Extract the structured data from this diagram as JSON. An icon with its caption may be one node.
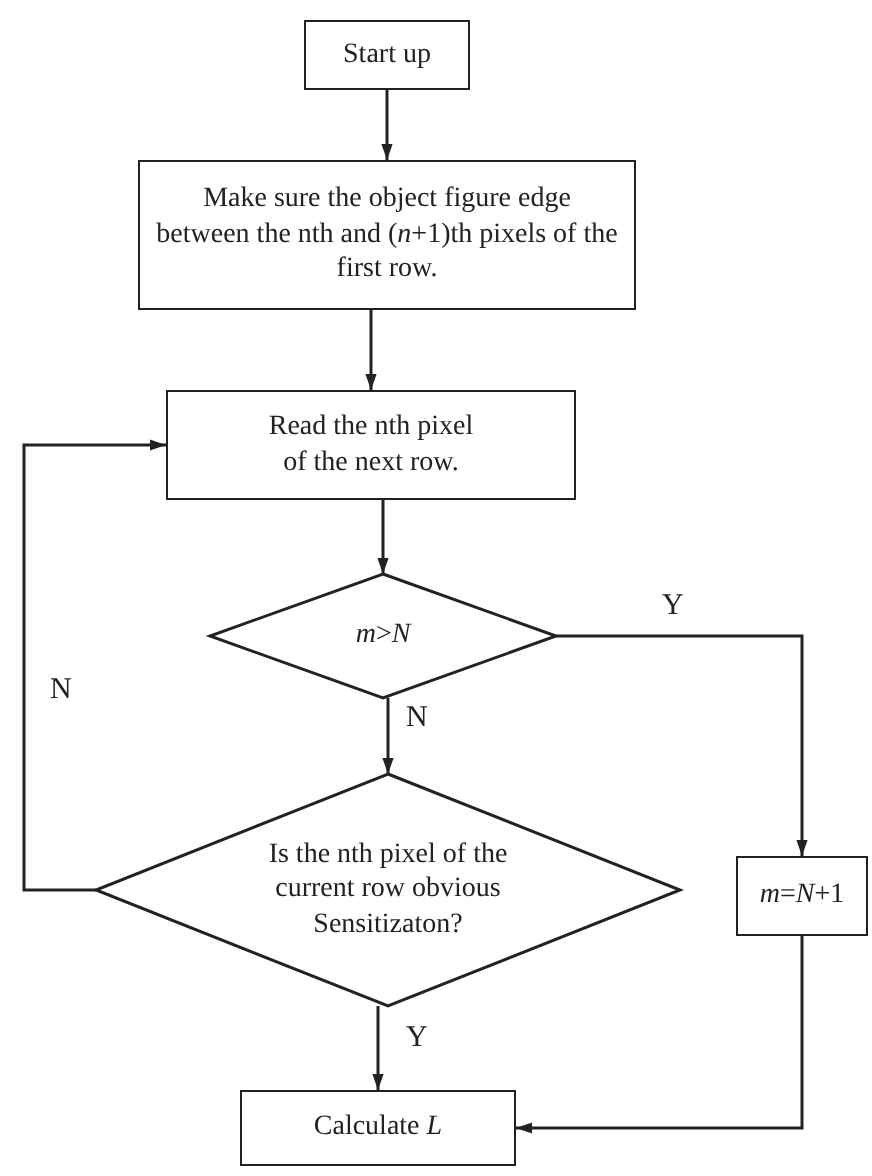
{
  "diagram": {
    "nodes": [
      {
        "text": [
          "Start up"
        ]
      },
      {
        "text": [
          "Make sure the object figure edge between the nth and (*n*+1)th pixels of the first row."
        ]
      },
      {
        "text": [
          "Read the nth pixel of the next row."
        ]
      },
      {
        "text": [
          "*m*>*N*"
        ]
      },
      {
        "text": [
          "Is the nth pixel of the current row obvious Sensitizaton?"
        ]
      },
      {
        "text": [
          "*m*=*N*+1"
        ]
      },
      {
        "text": [
          "Calculate *L*"
        ]
      }
    ],
    "edges": [
      {
        "from": 0,
        "to": 1,
        "arrow": "to"
      },
      {
        "from": 1,
        "to": 2,
        "arrow": "to"
      },
      {
        "from": 2,
        "to": 3,
        "arrow": "to"
      },
      {
        "from": 3,
        "to": 4,
        "arrow": "to",
        "label": "N"
      },
      {
        "from": 3,
        "to": 5,
        "arrow": "to",
        "label": "Y"
      },
      {
        "from": 4,
        "to": 2,
        "arrow": "to",
        "label": "N"
      },
      {
        "from": 4,
        "to": 6,
        "arrow": "to",
        "label": "Y"
      },
      {
        "from": 5,
        "to": 6,
        "arrow": "to"
      }
    ]
  }
}
